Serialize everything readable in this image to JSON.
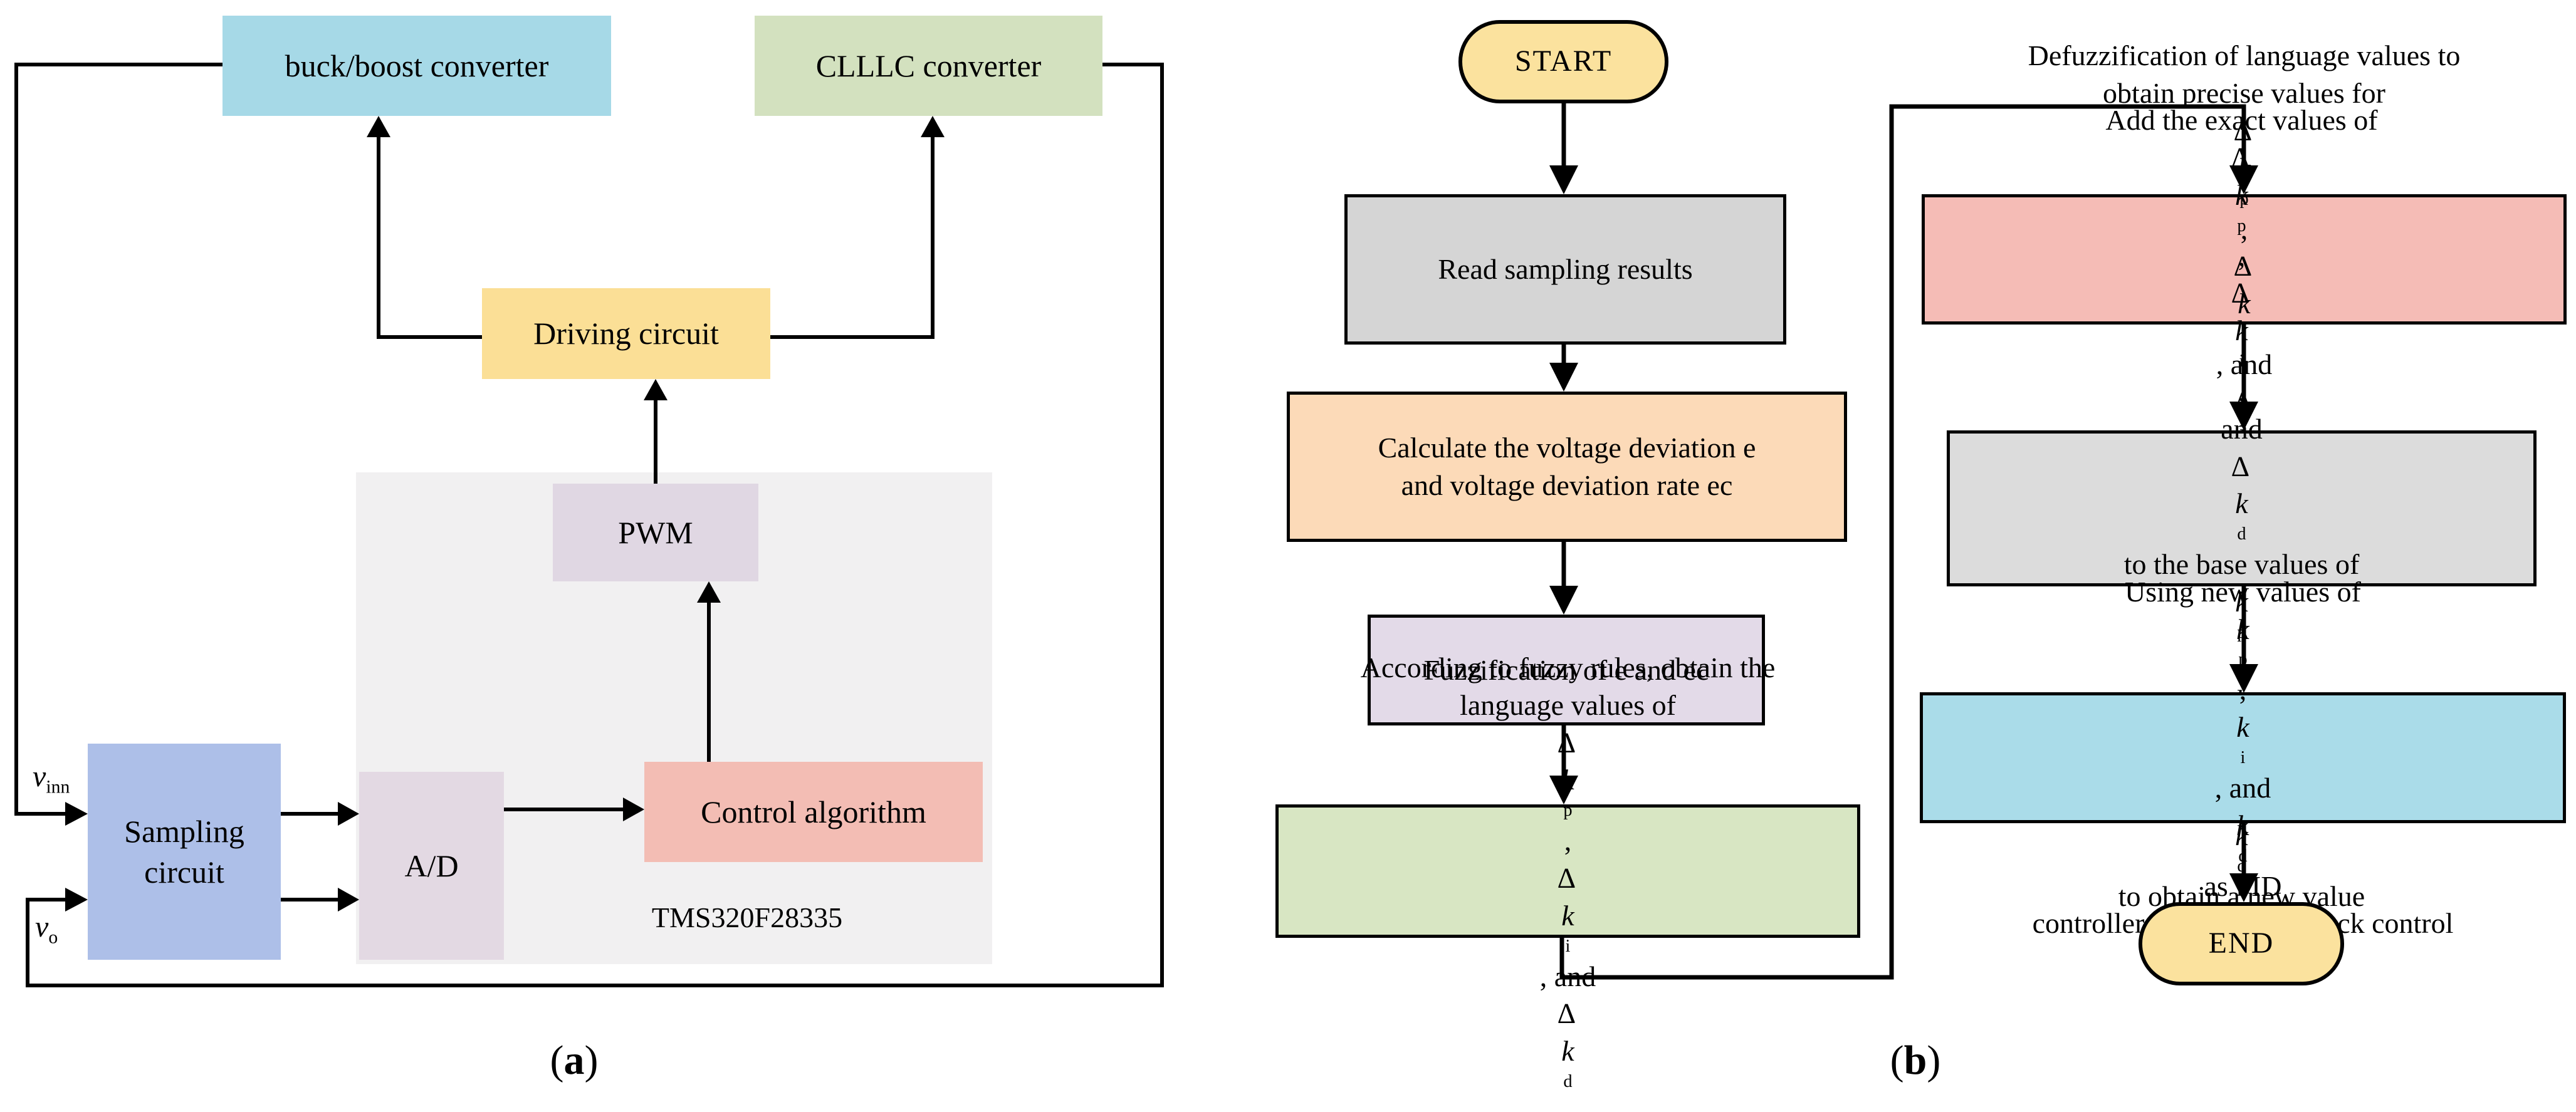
{
  "panel_a": {
    "caption_tokens": [
      {
        "t": "(",
        "s": ""
      },
      {
        "t": "a",
        "s": "b"
      },
      {
        "t": ")",
        "s": ""
      }
    ],
    "boxes": {
      "buck_boost": {
        "label": "buck/boost converter",
        "fill": "#a6d9e7"
      },
      "clllc": {
        "label": "CLLLC converter",
        "fill": "#d3e1bf"
      },
      "driving": {
        "label": "Driving circuit",
        "fill": "#fbdf96"
      },
      "pwm": {
        "label": "PWM",
        "fill": "#e0d7e3"
      },
      "sampling": {
        "line1": "Sampling",
        "line2": "circuit",
        "fill": "#adbfe8"
      },
      "ad": {
        "label": "A/D",
        "fill": "#e3d9e3"
      },
      "control": {
        "label": "Control algorithm",
        "fill": "#f3bdb4"
      },
      "dsp_region": {
        "fill": "#f1f0f1"
      }
    },
    "chip_label": "TMS320F28335",
    "signals": {
      "vin_tokens": [
        {
          "t": "v",
          "s": "it"
        },
        {
          "t": "inn",
          "s": "sub"
        }
      ],
      "vo_tokens": [
        {
          "t": "v",
          "s": "it"
        },
        {
          "t": "o",
          "s": "sub"
        }
      ]
    }
  },
  "panel_b": {
    "caption_tokens": [
      {
        "t": "(",
        "s": ""
      },
      {
        "t": "b",
        "s": "b"
      },
      {
        "t": ")",
        "s": ""
      }
    ],
    "nodes": {
      "start": {
        "label": "START",
        "fill": "#fbe29e"
      },
      "read": {
        "line1": "Read sampling results",
        "fill": "#d5d5d5"
      },
      "calc": {
        "line1": "Calculate the voltage deviation e",
        "line2": "and voltage deviation rate ec",
        "fill": "#fcdab8"
      },
      "fuzz": {
        "line1": "Fuzzification of e and ec",
        "fill": "#e3dae8"
      },
      "rules": {
        "line1": "According to fuzzy rules, obtain the",
        "line2_tokens": [
          {
            "t": "language values of ",
            "s": ""
          },
          {
            "t": "∆",
            "s": "dl"
          },
          {
            "t": "k",
            "s": "it"
          },
          {
            "t": "p",
            "s": "sub"
          },
          {
            "t": ", ",
            "s": ""
          },
          {
            "t": "∆",
            "s": "dl"
          },
          {
            "t": "k",
            "s": "it"
          },
          {
            "t": "i",
            "s": "sub"
          },
          {
            "t": ", and ",
            "s": ""
          },
          {
            "t": "∆",
            "s": "dl"
          },
          {
            "t": "k",
            "s": "it"
          },
          {
            "t": "d",
            "s": "sub"
          }
        ],
        "fill": "#d8e6c3"
      },
      "defuzz": {
        "line1": "Defuzzification of language values to",
        "line2_tokens": [
          {
            "t": "obtain precise values for ",
            "s": ""
          },
          {
            "t": "∆",
            "s": "dl"
          },
          {
            "t": "k",
            "s": "it"
          },
          {
            "t": "p",
            "s": "sub"
          },
          {
            "t": ", ",
            "s": ""
          },
          {
            "t": "∆",
            "s": "dl"
          },
          {
            "t": "k",
            "s": "it"
          },
          {
            "t": "i",
            "s": "sub"
          },
          {
            "t": ", and ",
            "s": ""
          },
          {
            "t": "∆",
            "s": "dl"
          },
          {
            "t": "k",
            "s": "it"
          },
          {
            "t": "d",
            "s": "sub"
          }
        ],
        "fill": "#f5bcb6"
      },
      "add": {
        "line1_tokens": [
          {
            "t": "Add the exact values of ",
            "s": ""
          },
          {
            "t": "∆",
            "s": "dl"
          },
          {
            "t": "k",
            "s": "it"
          },
          {
            "t": "p",
            "s": "sub"
          },
          {
            "t": ", ",
            "s": ""
          },
          {
            "t": "∆",
            "s": "dl"
          },
          {
            "t": "k",
            "s": "it"
          },
          {
            "t": "i",
            "s": "sub"
          },
          {
            "t": " ,",
            "s": ""
          }
        ],
        "line2_tokens": [
          {
            "t": "and ",
            "s": ""
          },
          {
            "t": "∆",
            "s": "dl"
          },
          {
            "t": "k",
            "s": "it"
          },
          {
            "t": "d",
            "s": "sub"
          },
          {
            "t": " to the base values of ",
            "s": ""
          },
          {
            "t": "k",
            "s": "it"
          },
          {
            "t": "p",
            "s": "sub"
          },
          {
            "t": ", ",
            "s": ""
          },
          {
            "t": "k",
            "s": "it"
          },
          {
            "t": "i",
            "s": "sub"
          },
          {
            "t": ",",
            "s": ""
          }
        ],
        "line3_tokens": [
          {
            "t": "and ",
            "s": ""
          },
          {
            "t": "k",
            "s": "it"
          },
          {
            "t": "d",
            "s": "sub"
          },
          {
            "t": " to obtain a new value",
            "s": ""
          }
        ],
        "fill": "#dcdcdc"
      },
      "using": {
        "line1_tokens": [
          {
            "t": "Using new values of ",
            "s": ""
          },
          {
            "t": "k",
            "s": "it"
          },
          {
            "t": "p",
            "s": "sub"
          },
          {
            "t": " , ",
            "s": ""
          },
          {
            "t": "k",
            "s": "it"
          },
          {
            "t": "i",
            "s": "sub"
          },
          {
            "t": " , and ",
            "s": ""
          },
          {
            "t": "k",
            "s": "it"
          },
          {
            "t": "d",
            "s": "sub"
          },
          {
            "t": " as PID",
            "s": ""
          }
        ],
        "line2": "controller gains for feedback control",
        "fill": "#aadce9"
      },
      "end": {
        "label": "END",
        "fill": "#fbe29e"
      }
    }
  },
  "colors": {
    "line": "#000000",
    "background": "#ffffff"
  }
}
